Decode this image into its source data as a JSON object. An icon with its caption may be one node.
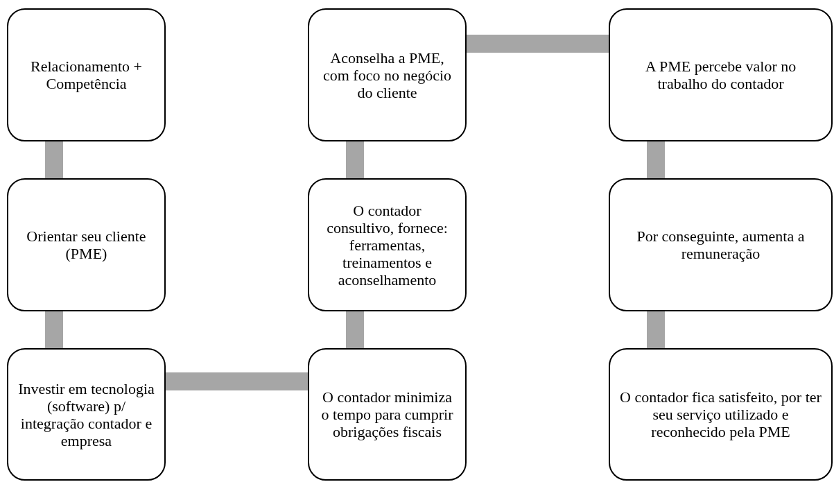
{
  "diagram": {
    "nodes": [
      {
        "text": [
          "Relacionamento + Competência"
        ]
      },
      {
        "text": [
          "Aconselha  a PME, com foco no negócio do cliente"
        ]
      },
      {
        "text": [
          "A PME percebe valor no trabalho do contador"
        ]
      },
      {
        "text": [
          "Orientar seu cliente (PME)"
        ]
      },
      {
        "text": [
          "O contador consultivo, fornece: ferramentas, treinamentos e aconselhamento"
        ]
      },
      {
        "text": [
          "Por conseguinte, aumenta a remuneração"
        ]
      },
      {
        "text": [
          "Investir em tecnologia (software) p/ integração contador e empresa"
        ]
      },
      {
        "text": [
          "O contador minimiza o tempo para cumprir obrigações fiscais"
        ]
      },
      {
        "text": [
          "O contador fica satisfeito, por ter seu serviço utilizado e reconhecido pela PME"
        ]
      }
    ],
    "edges": [
      {
        "from": 0,
        "to": 3,
        "arrow": "none"
      },
      {
        "from": 3,
        "to": 6,
        "arrow": "none"
      },
      {
        "from": 6,
        "to": 7,
        "arrow": "none"
      },
      {
        "from": 7,
        "to": 4,
        "arrow": "none"
      },
      {
        "from": 4,
        "to": 1,
        "arrow": "none"
      },
      {
        "from": 1,
        "to": 2,
        "arrow": "none"
      },
      {
        "from": 2,
        "to": 5,
        "arrow": "none"
      },
      {
        "from": 5,
        "to": 8,
        "arrow": "none"
      }
    ]
  }
}
